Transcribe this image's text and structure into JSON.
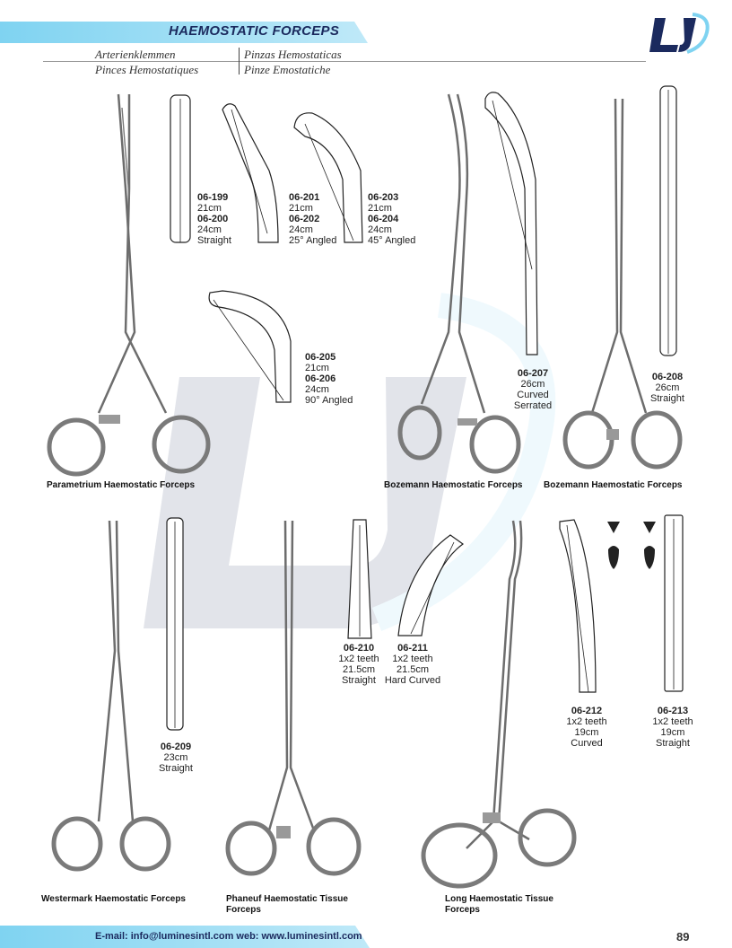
{
  "header": {
    "title": "HAEMOSTATIC FORCEPS",
    "names_left": [
      "Arterienklemmen",
      "Pinces Hemostatiques"
    ],
    "names_right": [
      "Pinzas Hemostaticas",
      "Pinze Emostatiche"
    ],
    "brand_color": "#1b2a5e",
    "accent_color": "#7fd3f1"
  },
  "logo": {
    "text": "LJ"
  },
  "products": {
    "p199": {
      "code1": "06-199",
      "size1": "21cm",
      "code2": "06-200",
      "size2": "24cm",
      "desc": "Straight"
    },
    "p201": {
      "code1": "06-201",
      "size1": "21cm",
      "code2": "06-202",
      "size2": "24cm",
      "desc": "25° Angled"
    },
    "p203": {
      "code1": "06-203",
      "size1": "21cm",
      "code2": "06-204",
      "size2": "24cm",
      "desc": "45° Angled"
    },
    "p205": {
      "code1": "06-205",
      "size1": "21cm",
      "code2": "06-206",
      "size2": "24cm",
      "desc": "90° Angled"
    },
    "p207": {
      "code": "06-207",
      "size": "26cm",
      "desc1": "Curved",
      "desc2": "Serrated"
    },
    "p208": {
      "code": "06-208",
      "size": "26cm",
      "desc": "Straight"
    },
    "p209": {
      "code": "06-209",
      "size": "23cm",
      "desc": "Straight"
    },
    "p210": {
      "code": "06-210",
      "teeth": "1x2 teeth",
      "size": "21.5cm",
      "desc": "Straight"
    },
    "p211": {
      "code": "06-211",
      "teeth": "1x2 teeth",
      "size": "21.5cm",
      "desc": "Hard Curved"
    },
    "p212": {
      "code": "06-212",
      "teeth": "1x2 teeth",
      "size": "19cm",
      "desc": "Curved"
    },
    "p213": {
      "code": "06-213",
      "teeth": "1x2 teeth",
      "size": "19cm",
      "desc": "Straight"
    }
  },
  "names": {
    "parametrium": "Parametrium Haemostatic Forceps",
    "bozemann1": "Bozemann Haemostatic Forceps",
    "bozemann2": "Bozemann Haemostatic Forceps",
    "westermark": "Westermark Haemostatic Forceps",
    "phaneuf_1": "Phaneuf Haemostatic Tissue",
    "phaneuf_2": "Forceps",
    "long_1": "Long Haemostatic Tissue",
    "long_2": "Forceps"
  },
  "footer": {
    "contact": "E-mail: info@luminesintl.com  web: www.luminesintl.com",
    "page": "89"
  }
}
